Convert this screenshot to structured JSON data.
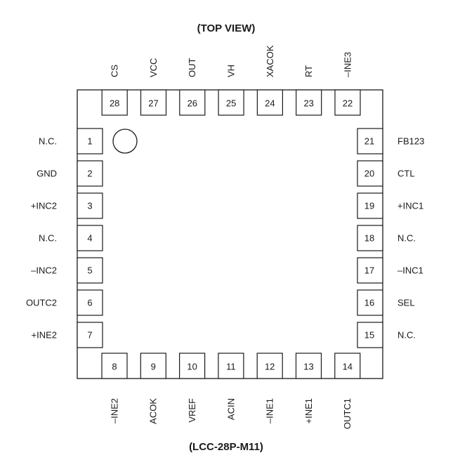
{
  "title": "(TOP VIEW)",
  "package": "(LCC-28P-M11)",
  "pins": {
    "left": [
      {
        "num": "1",
        "name": "N.C."
      },
      {
        "num": "2",
        "name": "GND"
      },
      {
        "num": "3",
        "name": "+INC2"
      },
      {
        "num": "4",
        "name": "N.C."
      },
      {
        "num": "5",
        "name": "–INC2"
      },
      {
        "num": "6",
        "name": "OUTC2"
      },
      {
        "num": "7",
        "name": "+INE2"
      }
    ],
    "bottom": [
      {
        "num": "8",
        "name": "–INE2"
      },
      {
        "num": "9",
        "name": "ACOK"
      },
      {
        "num": "10",
        "name": "VREF"
      },
      {
        "num": "11",
        "name": "ACIN"
      },
      {
        "num": "12",
        "name": "–INE1"
      },
      {
        "num": "13",
        "name": "+INE1"
      },
      {
        "num": "14",
        "name": "OUTC1"
      }
    ],
    "right": [
      {
        "num": "15",
        "name": "N.C."
      },
      {
        "num": "16",
        "name": "SEL"
      },
      {
        "num": "17",
        "name": "–INC1"
      },
      {
        "num": "18",
        "name": "N.C."
      },
      {
        "num": "19",
        "name": "+INC1"
      },
      {
        "num": "20",
        "name": "CTL"
      },
      {
        "num": "21",
        "name": "FB123"
      }
    ],
    "top": [
      {
        "num": "22",
        "name": "–INE3"
      },
      {
        "num": "23",
        "name": "RT"
      },
      {
        "num": "24",
        "name": "XACOK"
      },
      {
        "num": "25",
        "name": "VH"
      },
      {
        "num": "26",
        "name": "OUT"
      },
      {
        "num": "27",
        "name": "VCC"
      },
      {
        "num": "28",
        "name": "CS"
      }
    ]
  }
}
